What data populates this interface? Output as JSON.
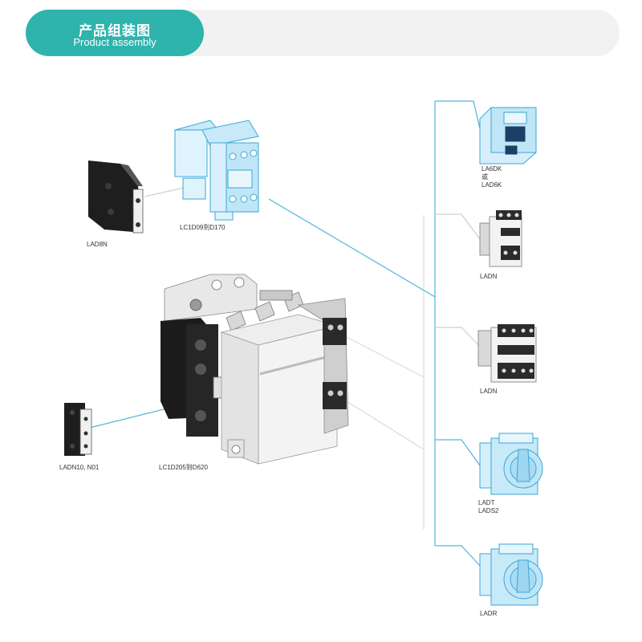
{
  "header": {
    "title": "产品组装图",
    "subtitle": "Product assembly"
  },
  "parts": {
    "lad8n": "LAD8N",
    "lc1d09": "LC1D09到D170",
    "ladn10": "LADN10, N01",
    "lc1d205": "LC1D205到D620",
    "lad6dk_1": "LA6DK",
    "lad6dk_or": "或",
    "lad6dk_2": "LAD6K",
    "ladn_a": "LADN",
    "ladn_b": "LADN",
    "ladt_1": "LADT",
    "ladt_2": "LADS2",
    "ladr": "LADR"
  },
  "colors": {
    "accent": "#2fb3ad",
    "connector": "#4fb6dc",
    "connector_gray": "#cccccc",
    "blue_part": "#bfe6f7",
    "blue_stroke": "#3aa7d8"
  }
}
